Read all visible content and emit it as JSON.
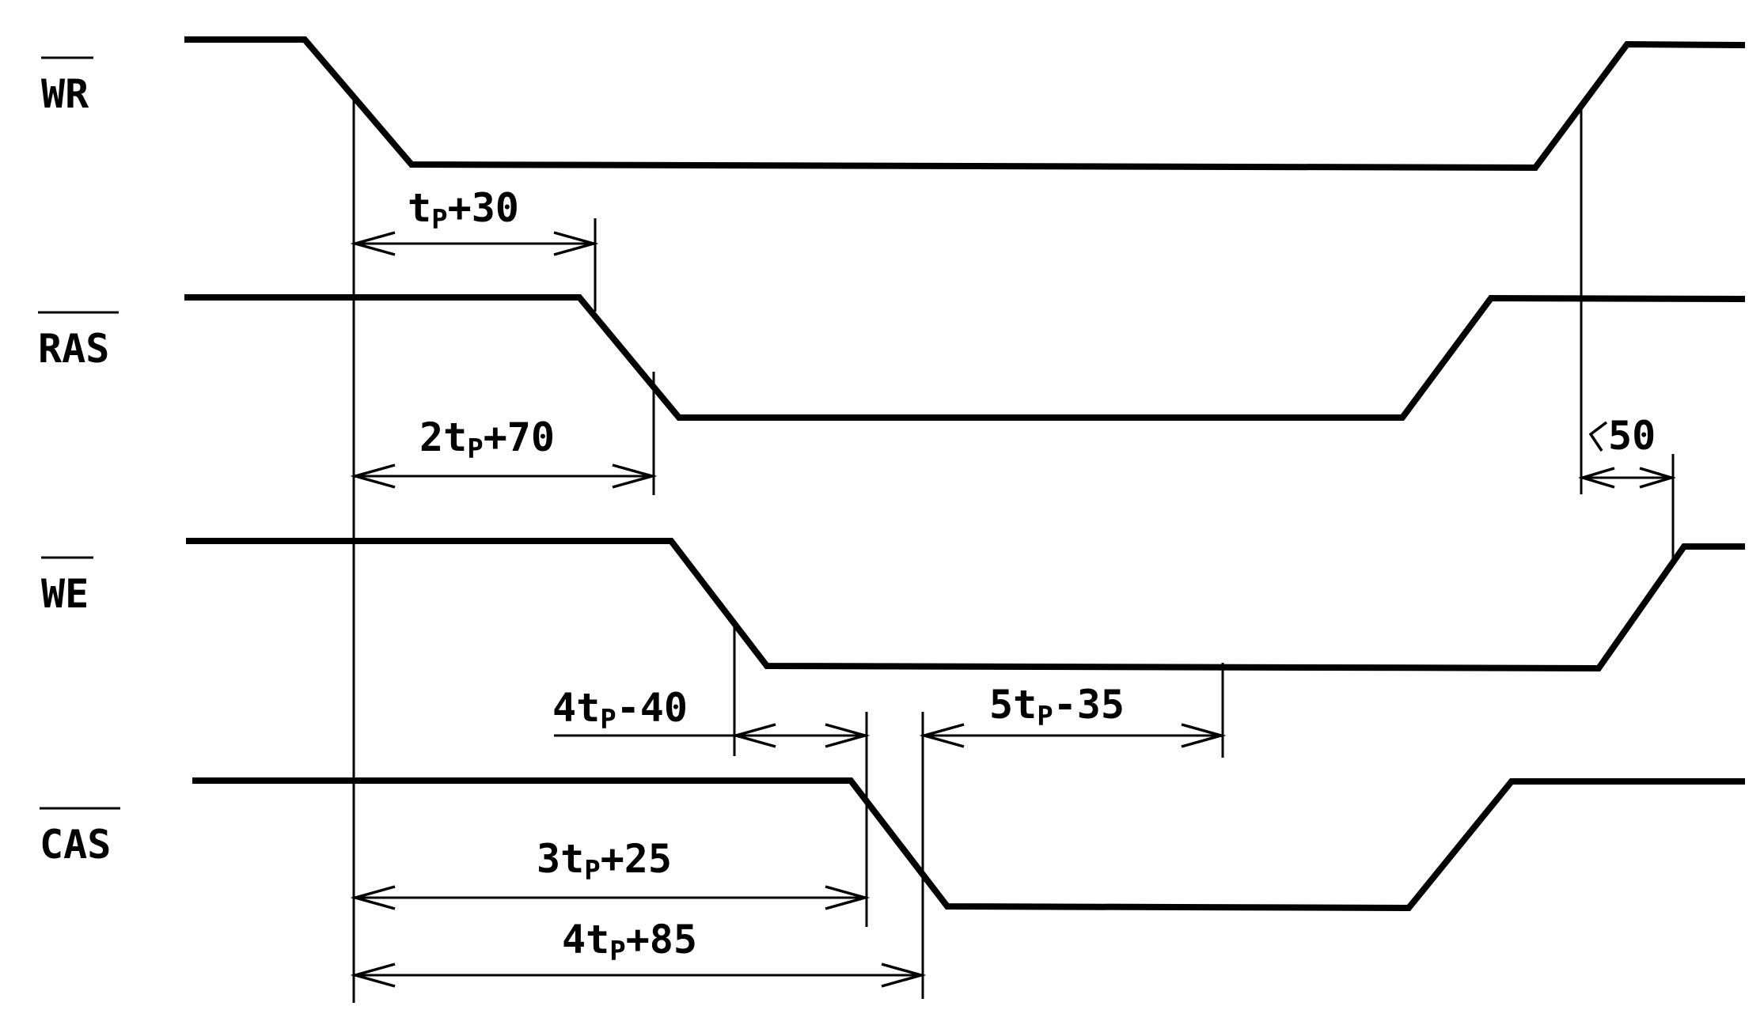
{
  "signals": [
    {
      "id": "wr",
      "label": "WR"
    },
    {
      "id": "ras",
      "label": "RAS"
    },
    {
      "id": "we",
      "label": "WE"
    },
    {
      "id": "cas",
      "label": "CAS"
    }
  ],
  "timings": [
    {
      "id": "wr-ras",
      "prefix": "t",
      "sub": "P",
      "suffix": "+30"
    },
    {
      "id": "wr-ras-end",
      "prefix": "2t",
      "sub": "P",
      "suffix": "+70"
    },
    {
      "id": "we-cas",
      "prefix": "4t",
      "sub": "P",
      "suffix": "-40"
    },
    {
      "id": "cas-we",
      "prefix": "5t",
      "sub": "P",
      "suffix": "-35"
    },
    {
      "id": "wr-cas",
      "prefix": "3t",
      "sub": "P",
      "suffix": "+25"
    },
    {
      "id": "wr-cas-end",
      "prefix": "4t",
      "sub": "P",
      "suffix": "+85"
    },
    {
      "id": "wr-we-hold",
      "prefix": "",
      "sub": "",
      "suffix": "50"
    }
  ]
}
